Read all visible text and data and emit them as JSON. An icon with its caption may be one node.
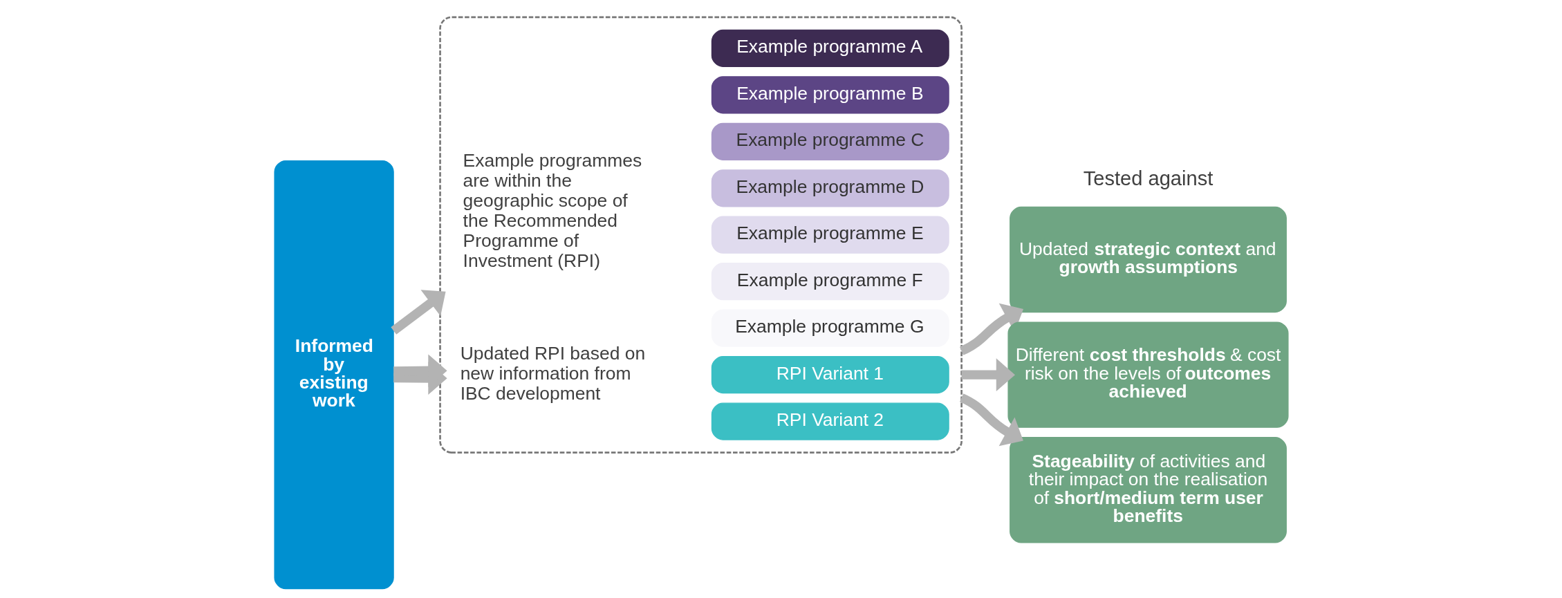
{
  "diagram": {
    "nodes": [
      {
        "text": [
          "Informed by existing work"
        ]
      },
      {
        "text": [],
        "shape": "box"
      },
      {
        "text": [
          "Updated RPI based on new information from IBC development"
        ],
        "in": 1
      },
      {
        "text": [
          "RPI Variant 1"
        ],
        "in": 1
      },
      {
        "text": [
          "RPI Variant 2"
        ],
        "in": 1
      },
      {
        "text": [
          "Example programmes are within the geographic scope of the Recommended Programme of Investment (RPI)"
        ],
        "in": 1
      },
      {
        "text": [
          "Example programme A"
        ],
        "in": 1
      },
      {
        "text": [
          "Example programme B"
        ],
        "in": 1
      },
      {
        "text": [
          "Example programme C"
        ],
        "in": 1
      },
      {
        "text": [
          "Example programme D"
        ],
        "in": 1
      },
      {
        "text": [
          "Example programme E"
        ],
        "in": 1
      },
      {
        "text": [
          "Example programme F"
        ],
        "in": 1
      },
      {
        "text": [
          "Example programme G"
        ],
        "in": 1
      },
      {
        "text": [
          "Updated **strategic context** and **growth assumptions**"
        ]
      },
      {
        "text": [
          "Different **cost thresholds** & cost risk on the levels of **outcomes achieved**"
        ]
      },
      {
        "text": [
          "**Stageability** of activities and their impact on the realisation of **short/medium term user benefits**"
        ]
      }
    ],
    "edges": [
      {
        "from": 0,
        "to": 1,
        "arrow": "to"
      },
      {
        "from": 0,
        "to": 1,
        "arrow": "to"
      },
      {
        "from": 0,
        "to": 1,
        "arrow": "to"
      },
      {
        "from": 1,
        "to": 13,
        "arrow": "to"
      },
      {
        "from": 1,
        "to": 14,
        "arrow": "to"
      },
      {
        "from": 1,
        "to": 15,
        "arrow": "to"
      }
    ],
    "labels": [
      "Tested against"
    ]
  }
}
